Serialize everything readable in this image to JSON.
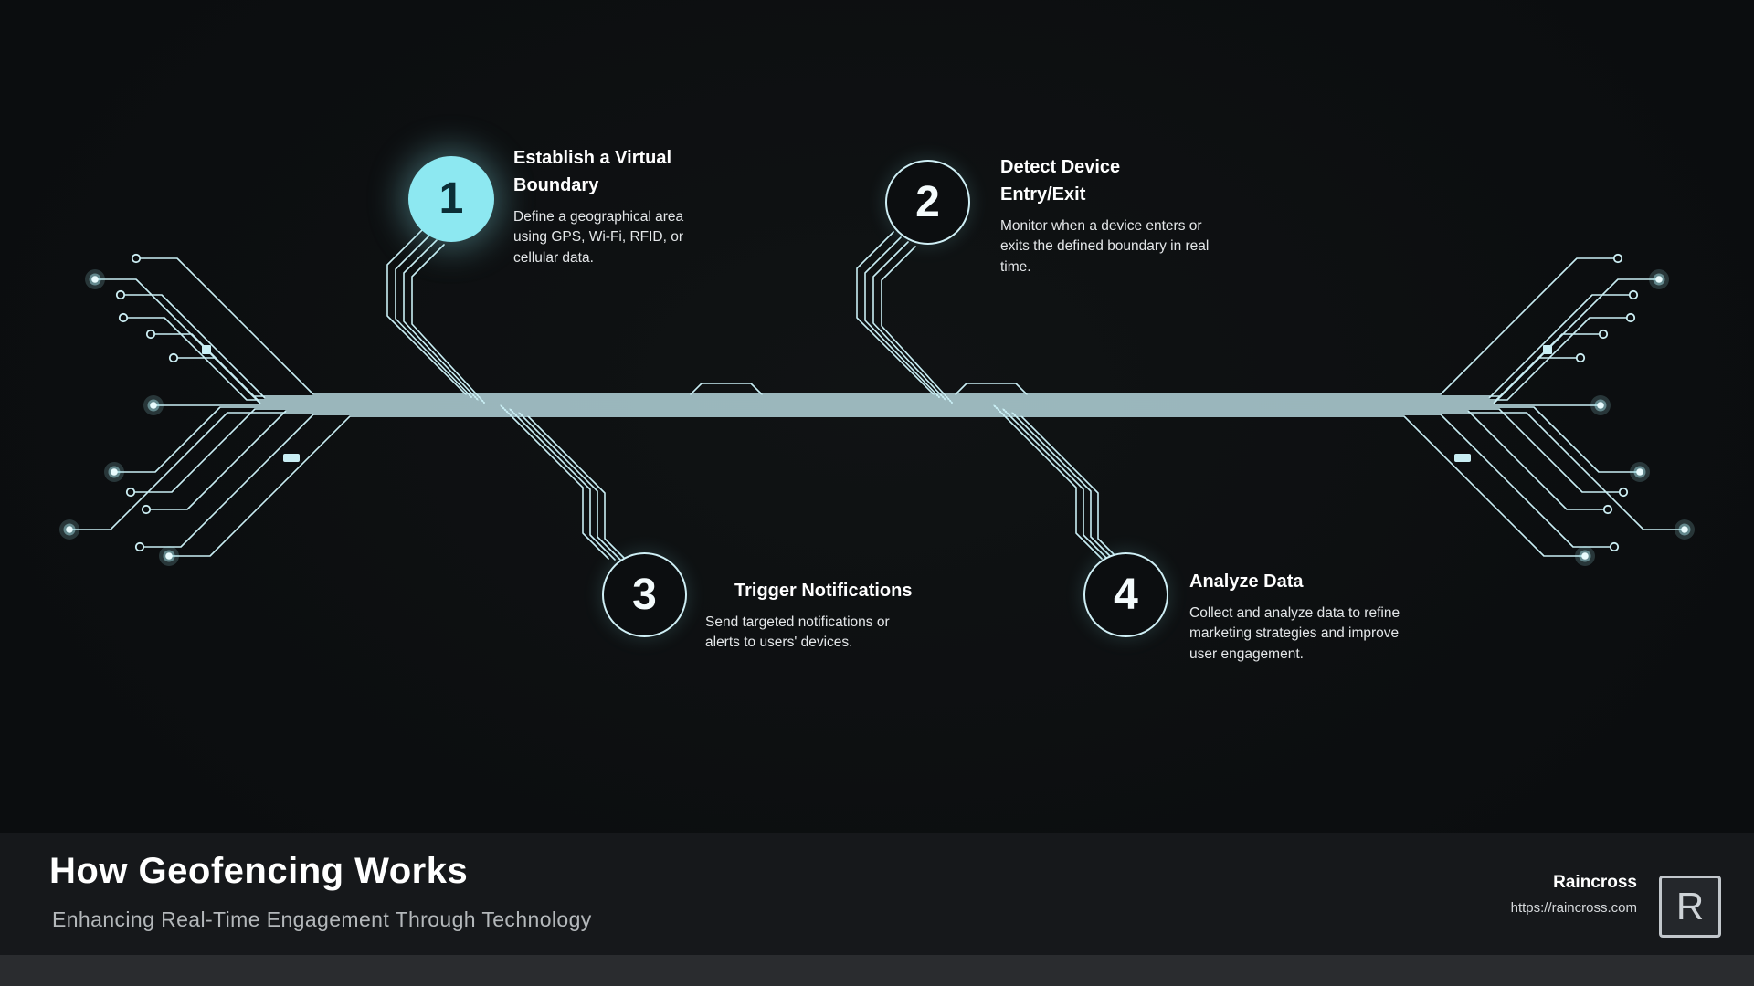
{
  "steps": [
    {
      "number": "1",
      "title": "Establish a Virtual Boundary",
      "description": "Define a geographical area using GPS, Wi-Fi, RFID, or cellular data."
    },
    {
      "number": "2",
      "title": "Detect Device Entry/Exit",
      "description": "Monitor when a device enters or exits the defined boundary in real time."
    },
    {
      "number": "3",
      "title": "Trigger Notifications",
      "description": "Send targeted notifications or alerts to users' devices."
    },
    {
      "number": "4",
      "title": "Analyze Data",
      "description": "Collect and analyze data to refine marketing strategies and improve user engagement."
    }
  ],
  "footer": {
    "title": "How Geofencing Works",
    "subtitle": "Enhancing Real-Time Engagement Through Technology",
    "brand": "Raincross",
    "url": "https://raincross.com",
    "logo_letter": "R"
  },
  "colors": {
    "background": "#0c0e10",
    "trace": "#c9eef4",
    "node_fill": "#8de8f1",
    "node_number_dark": "#0b2e36",
    "footer_background": "#16181b",
    "bottom_strip": "#2a2c2f"
  }
}
